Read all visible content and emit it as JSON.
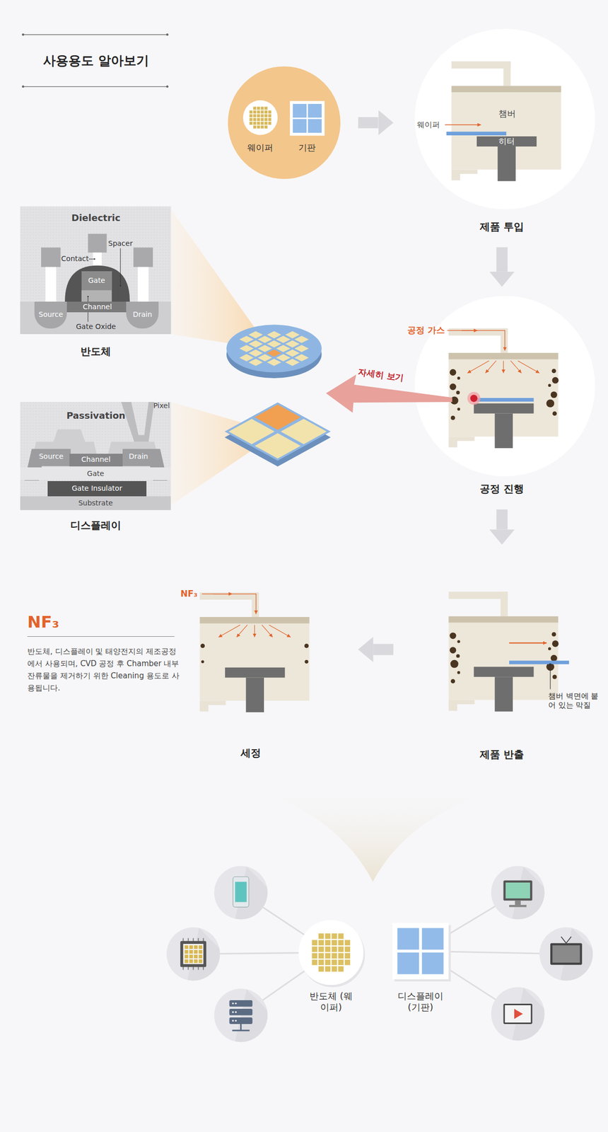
{
  "diagram": {
    "title": "사용용도 알아보기",
    "nodes": [
      {
        "text": [
          "웨이퍼",
          "기판"
        ]
      },
      {
        "text": [
          "제품 투입"
        ]
      },
      {
        "text": [
          "챔버"
        ],
        "in": 1
      },
      {
        "text": [
          "히터"
        ],
        "in": 2
      },
      {
        "text": [
          "Dielectric",
          "반도체"
        ]
      },
      {
        "text": [
          "Gate"
        ],
        "in": 4
      },
      {
        "text": [
          "Channel"
        ],
        "in": 4
      },
      {
        "text": [
          "Source"
        ],
        "in": 4
      },
      {
        "text": [
          "Drain"
        ],
        "in": 4
      },
      {
        "text": [
          "공정 진행"
        ]
      },
      {
        "text": [
          "Passivation",
          "디스플레이"
        ]
      },
      {
        "text": [
          "Source"
        ],
        "in": 10
      },
      {
        "text": [
          "Channel"
        ],
        "in": 10
      },
      {
        "text": [
          "Drain"
        ],
        "in": 10
      },
      {
        "text": [
          "Gate"
        ],
        "in": 10
      },
      {
        "text": [
          "Gate Insulator"
        ],
        "in": 10
      },
      {
        "text": [
          "Substrate"
        ],
        "in": 10
      },
      {
        "text": [
          "세정"
        ]
      },
      {
        "text": [
          "제품 반출"
        ]
      },
      {
        "text": [
          "반도체 (웨이퍼)"
        ]
      },
      {
        "text": [
          "디스플레이 (기판)"
        ]
      }
    ],
    "edges": [
      {
        "from": 0,
        "to": 1,
        "arrow": "to"
      },
      {
        "from": 1,
        "to": 9,
        "arrow": "to"
      },
      {
        "from": 9,
        "to": 18,
        "arrow": "to"
      },
      {
        "from": 18,
        "to": 17,
        "arrow": "to"
      }
    ],
    "labels": [
      "웨이퍼",
      "공정 가스",
      "자세히 보기",
      "Contact",
      "Spacer",
      "Gate Oxide",
      "Pixel",
      "챔버 벽면에 붙어 있는 막질",
      "NF₃",
      "NF₃",
      "반도체, 디스플레이 및 태양전지의 제조공정에서 사용되며, CVD 공정 후 Chamber 내부 잔류물을 제거하기 위한 Cleaning 용도로 사용됩니다."
    ]
  }
}
